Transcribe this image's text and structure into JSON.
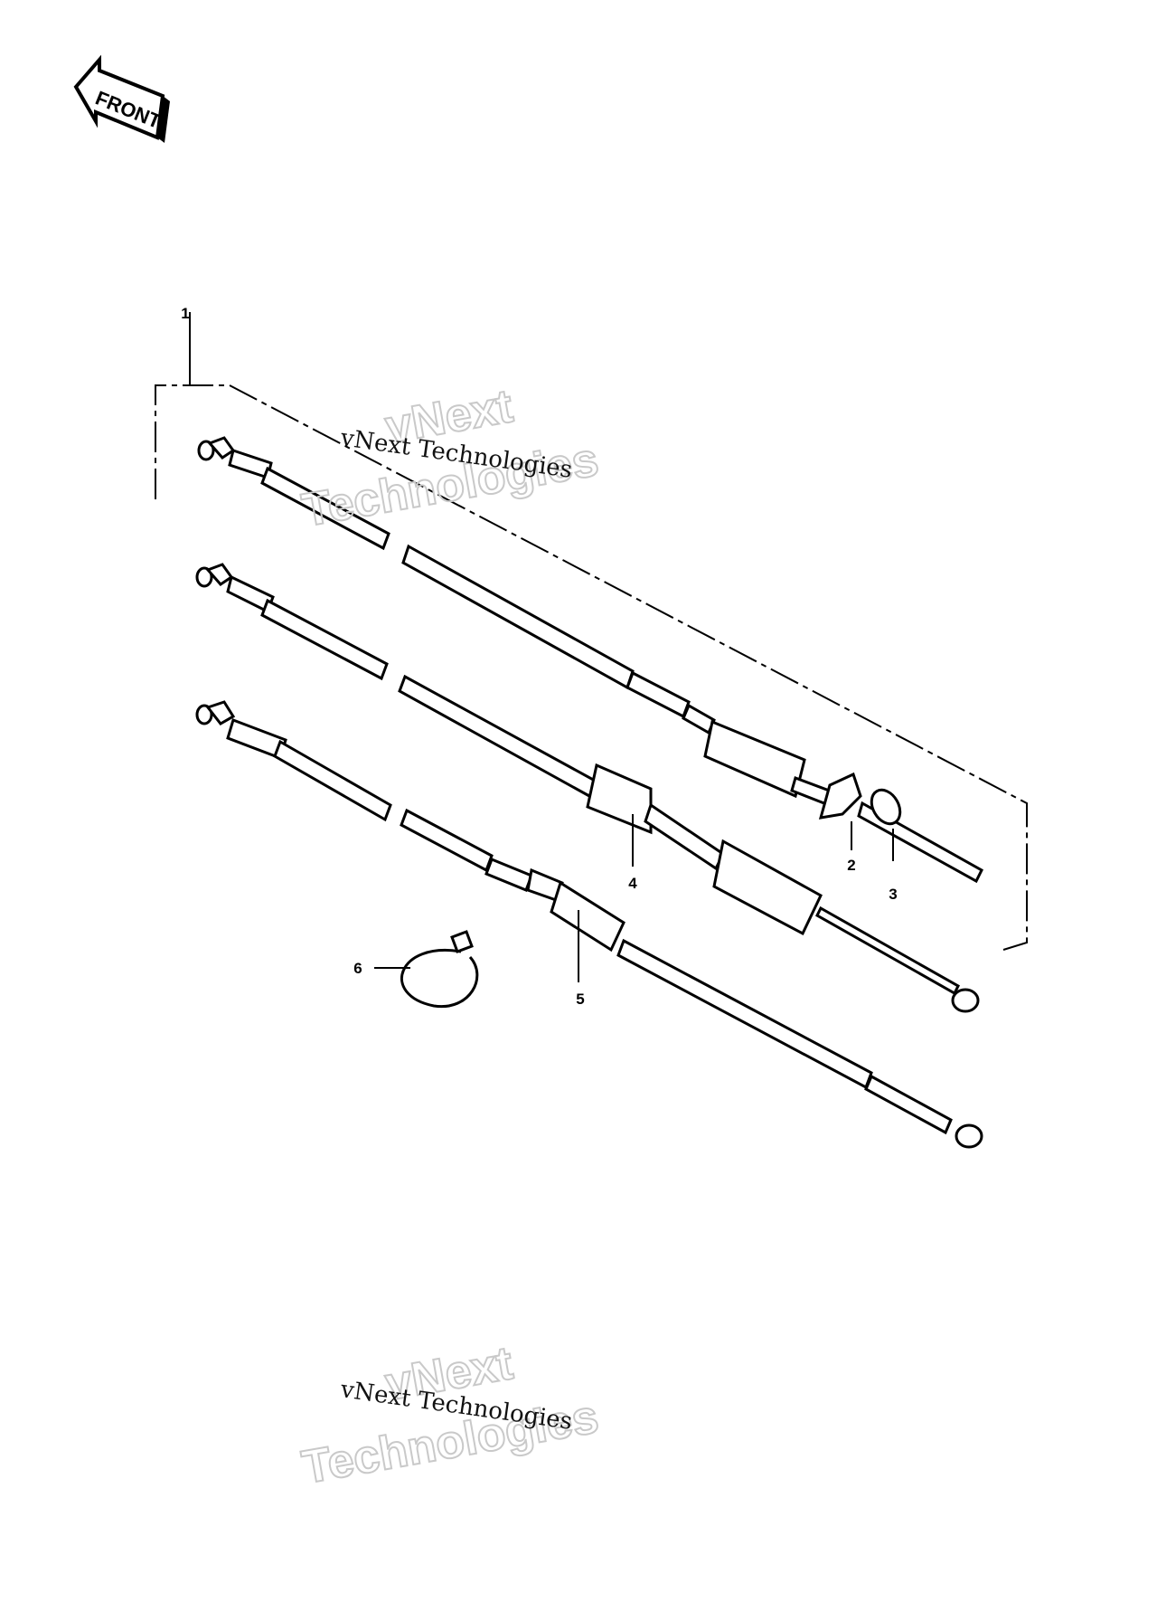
{
  "front_arrow": {
    "label": "FRONT"
  },
  "callouts": [
    {
      "id": "1",
      "label": "1"
    },
    {
      "id": "2",
      "label": "2"
    },
    {
      "id": "3",
      "label": "3"
    },
    {
      "id": "4",
      "label": "4"
    },
    {
      "id": "5",
      "label": "5"
    },
    {
      "id": "6",
      "label": "6"
    }
  ],
  "watermarks": [
    {
      "line": "vNext Technologies",
      "outline_1": "vNext",
      "outline_2": "Technologies"
    },
    {
      "line": "vNext Technologies",
      "outline_1": "vNext",
      "outline_2": "Technologies"
    }
  ],
  "colors": {
    "ink": "#000000",
    "background": "#ffffff",
    "watermark_outline": "#c9c9c9"
  }
}
